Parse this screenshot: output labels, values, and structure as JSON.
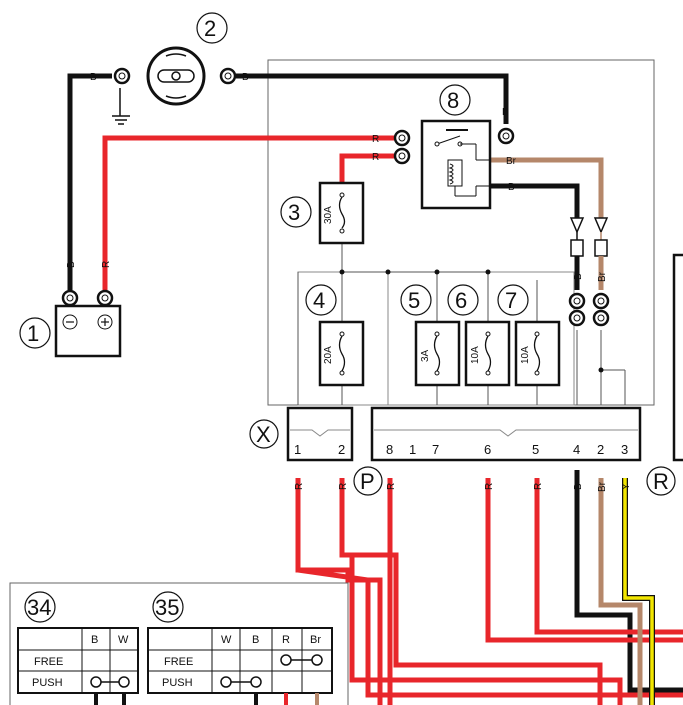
{
  "components": {
    "c1": "1",
    "c2": "2",
    "c3": "3",
    "c4": "4",
    "c5": "5",
    "c6": "6",
    "c7": "7",
    "c8": "8",
    "c34": "34",
    "c35": "35"
  },
  "connector_labels": {
    "x": "X",
    "p": "P",
    "r": "R"
  },
  "fuses": {
    "main": "30A",
    "f4": "20A",
    "f5": "3A",
    "f6": "10A",
    "f7": "10A"
  },
  "wire_colors": {
    "black": "B",
    "red": "R",
    "brown": "Br",
    "yellow": "Y",
    "white": "W"
  },
  "pins_x": [
    "1",
    "2"
  ],
  "pins_main": [
    "8",
    "1",
    "7",
    "6",
    "5",
    "4",
    "2",
    "3"
  ],
  "table34": {
    "headers": [
      "B",
      "W"
    ],
    "rows": [
      "FREE",
      "PUSH"
    ]
  },
  "table35": {
    "headers": [
      "W",
      "B",
      "R",
      "Br"
    ],
    "rows": [
      "FREE",
      "PUSH"
    ]
  },
  "colors": {
    "red": "#e8262b",
    "black": "#111111",
    "brown": "#b5876a",
    "yellow": "#f2e600"
  }
}
